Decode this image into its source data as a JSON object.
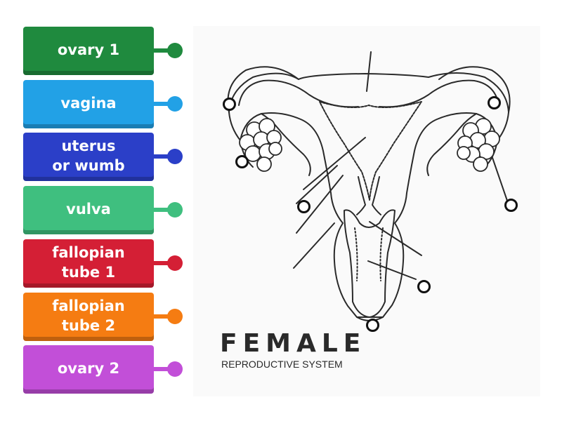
{
  "labels": [
    {
      "text": "ovary 1",
      "color": "#1f8a3e",
      "dot": "#1f8a3e"
    },
    {
      "text": "vagina",
      "color": "#22a1e6",
      "dot": "#22a1e6"
    },
    {
      "text": "uterus\nor wumb",
      "color": "#2b3fc8",
      "dot": "#2b3fc8"
    },
    {
      "text": "vulva",
      "color": "#3fbf7f",
      "dot": "#3fbf7f"
    },
    {
      "text": "fallopian\ntube 1",
      "color": "#d41f35",
      "dot": "#d41f35"
    },
    {
      "text": "fallopian\ntube 2",
      "color": "#f57c12",
      "dot": "#f57c12"
    },
    {
      "text": "ovary 2",
      "color": "#c24fd8",
      "dot": "#c24fd8"
    }
  ],
  "diagram": {
    "title": "FEMALE",
    "subtitle": "REPRODUCTIVE SYSTEM",
    "stroke_color": "#2a2a2a",
    "drop_targets": 7
  }
}
